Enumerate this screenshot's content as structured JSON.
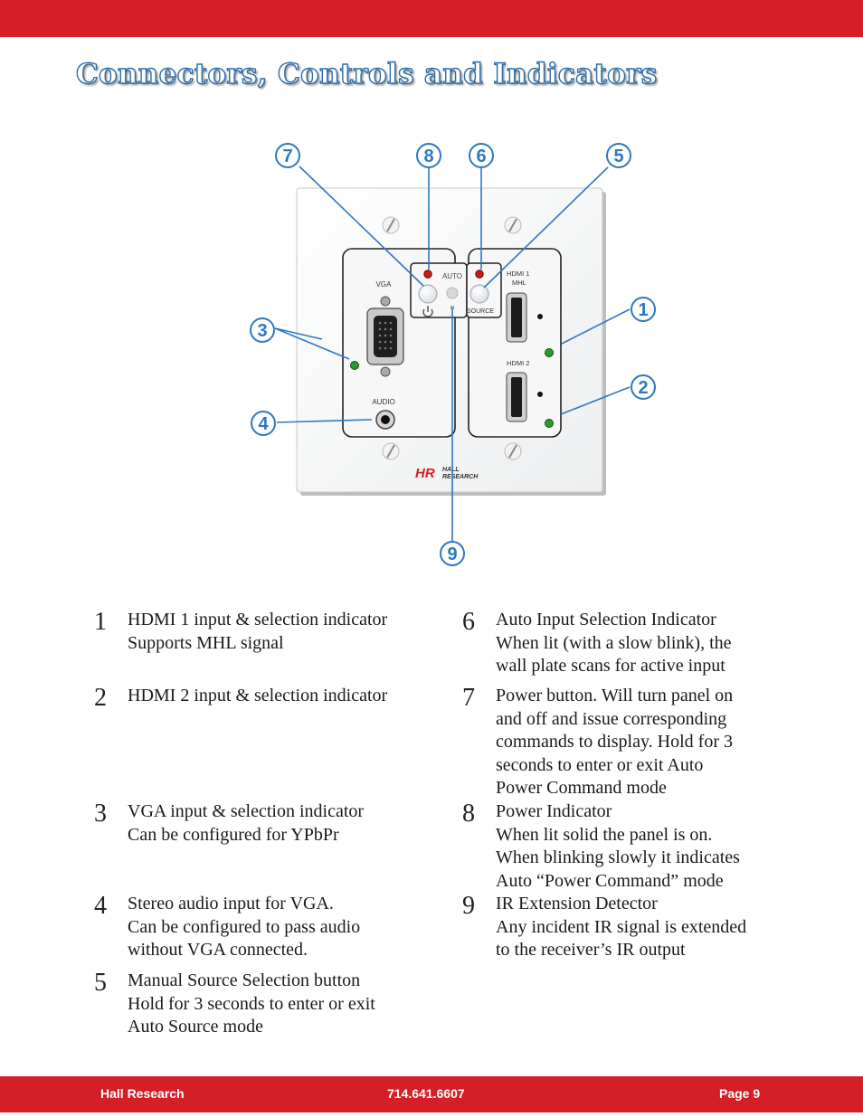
{
  "page": {
    "title": "Connectors, Controls and Indicators"
  },
  "panel": {
    "labels": {
      "vga": "VGA",
      "audio": "AUDIO",
      "auto": "AUTO",
      "ir": "IR",
      "source": "SOURCE",
      "hdmi1_line1": "HDMI 1",
      "hdmi1_line2": "MHL",
      "hdmi2": "HDMI 2",
      "brand_line1": "HALL",
      "brand_line2": "RESEARCH"
    },
    "callouts": [
      "1",
      "2",
      "3",
      "4",
      "5",
      "6",
      "7",
      "8",
      "9"
    ]
  },
  "legend": [
    {
      "number": "1",
      "lines": [
        "HDMI 1 input & selection indicator",
        "Supports MHL signal"
      ]
    },
    {
      "number": "2",
      "lines": [
        "HDMI 2 input & selection indicator"
      ]
    },
    {
      "number": "3",
      "lines": [
        "VGA input & selection indicator",
        "Can be configured for YPbPr"
      ]
    },
    {
      "number": "4",
      "lines": [
        "Stereo audio input for VGA.",
        "Can be configured to pass audio",
        "without VGA connected."
      ]
    },
    {
      "number": "5",
      "lines": [
        "Manual Source Selection button",
        "Hold for 3 seconds to enter or exit",
        "Auto Source mode"
      ]
    },
    {
      "number": "6",
      "lines": [
        "Auto Input Selection Indicator",
        "When lit (with a slow blink), the",
        "wall plate scans for active input"
      ]
    },
    {
      "number": "7",
      "lines": [
        "Power button. Will turn panel on",
        "and off and issue corresponding",
        "commands to display. Hold for 3",
        "seconds to enter or exit Auto",
        "Power Command mode"
      ]
    },
    {
      "number": "8",
      "lines": [
        "Power Indicator",
        "When lit solid the panel is on.",
        "When blinking slowly it indicates",
        "Auto “Power Command” mode"
      ]
    },
    {
      "number": "9",
      "lines": [
        "IR Extension Detector",
        "Any incident IR signal is extended",
        "to the receiver’s IR output"
      ]
    }
  ],
  "footer": {
    "company": "Hall Research",
    "phone": "714.641.6607",
    "page": "Page 9"
  },
  "colors": {
    "brand_red": "#d51f26",
    "callout_blue": "#2e78c2",
    "led_red": "#cc1a1a",
    "led_green": "#2a9a2a"
  }
}
